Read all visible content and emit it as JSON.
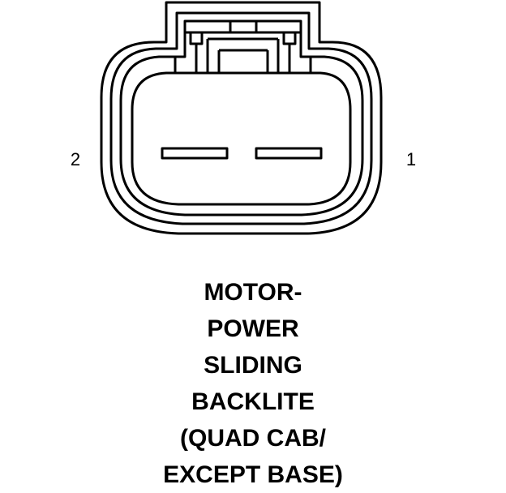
{
  "diagram": {
    "pin_labels": [
      "2",
      "1"
    ],
    "caption_lines": [
      "MOTOR-",
      "POWER",
      "SLIDING",
      "BACKLITE",
      "(QUAD CAB/",
      "EXCEPT BASE)"
    ]
  },
  "colors": {
    "stroke": "#000000",
    "background": "#ffffff"
  }
}
